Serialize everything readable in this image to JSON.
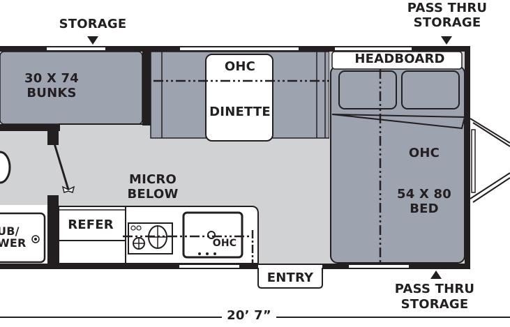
{
  "floorplan": {
    "labels": {
      "storage_top": "STORAGE",
      "pass_thru_top_line1": "PASS THRU",
      "pass_thru_top_line2": "STORAGE",
      "pass_thru_bottom_line1": "PASS THRU",
      "pass_thru_bottom_line2": "STORAGE",
      "bunks_size": "30 X 74",
      "bunks_name": "BUNKS",
      "dinette_ohc": "OHC",
      "dinette_name": "DINETTE",
      "headboard": "HEADBOARD",
      "bed_ohc": "OHC",
      "bed_size": "54 X 80",
      "bed_name": "BED",
      "micro_line1": "MICRO",
      "micro_line2": "BELOW",
      "refer": "REFER",
      "sink_ohc": "OHC",
      "tub_line1": "UB/",
      "tub_line2": "WER",
      "entry": "ENTRY",
      "length": "20’ 7”"
    },
    "colors": {
      "wall": "#231f20",
      "furniture_gray": "#9ea3b0",
      "floor_gray": "#d1d2d4",
      "white": "#ffffff"
    }
  }
}
